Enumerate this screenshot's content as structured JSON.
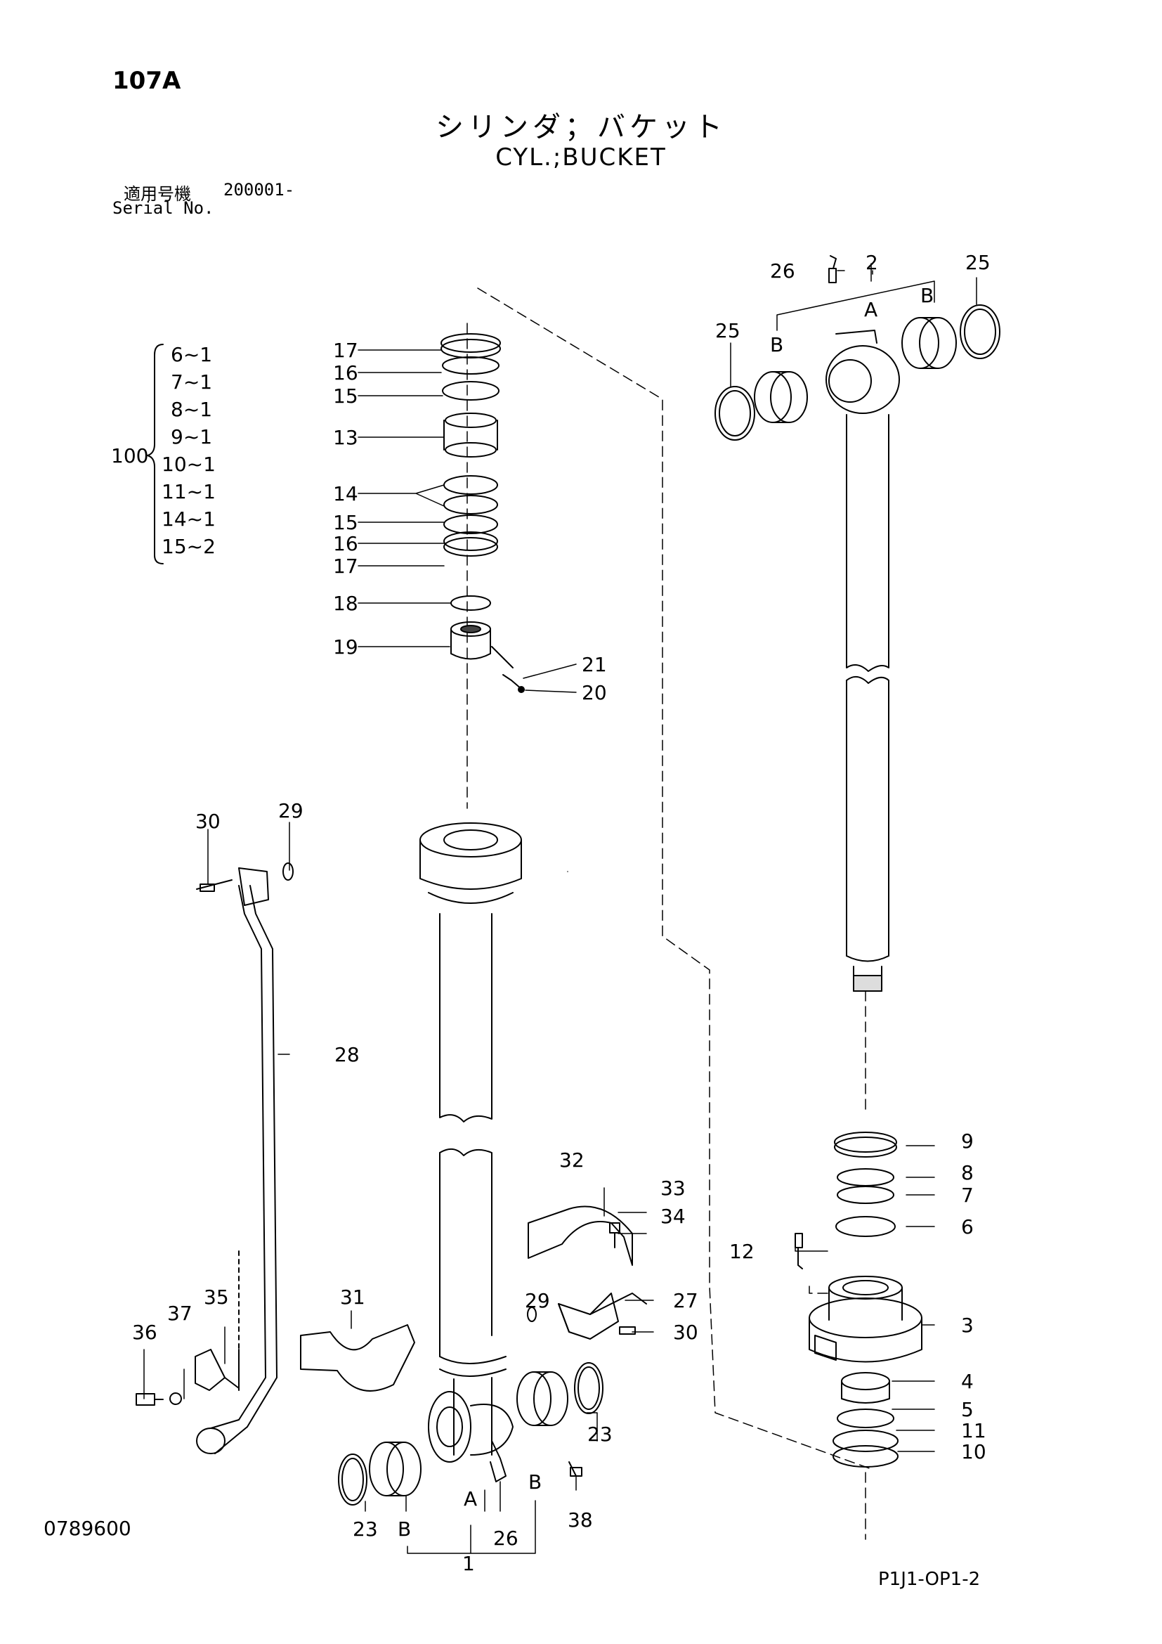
{
  "header": {
    "page_code": "107A",
    "title_jp": "シリンダ；バケット",
    "title_en": "CYL.;BUCKET",
    "serial_label_jp": "適用号機",
    "serial_value": "200001-",
    "serial_label_en": "Serial No."
  },
  "kit": {
    "number": "100",
    "items": [
      "6~1",
      "7~1",
      "8~1",
      "9~1",
      "10~1",
      "11~1",
      "14~1",
      "15~2"
    ]
  },
  "callouts": {
    "c1": "1",
    "c2": "2",
    "c3": "3",
    "c4": "4",
    "c5": "5",
    "c6": "6",
    "c7": "7",
    "c8": "8",
    "c9": "9",
    "c10": "10",
    "c11": "11",
    "c12": "12",
    "c13": "13",
    "c14": "14",
    "c15": "15",
    "c16": "16",
    "c17": "17",
    "c18": "18",
    "c19": "19",
    "c20": "20",
    "c21": "21",
    "c23": "23",
    "c25": "25",
    "c26": "26",
    "c27": "27",
    "c28": "28",
    "c29": "29",
    "c30": "30",
    "c31": "31",
    "c32": "32",
    "c33": "33",
    "c34": "34",
    "c35": "35",
    "c36": "36",
    "c37": "37",
    "c38": "38",
    "letter_a": "A",
    "letter_b": "B"
  },
  "footer": {
    "left_code": "0789600",
    "right_code": "P1J1-OP1-2"
  }
}
